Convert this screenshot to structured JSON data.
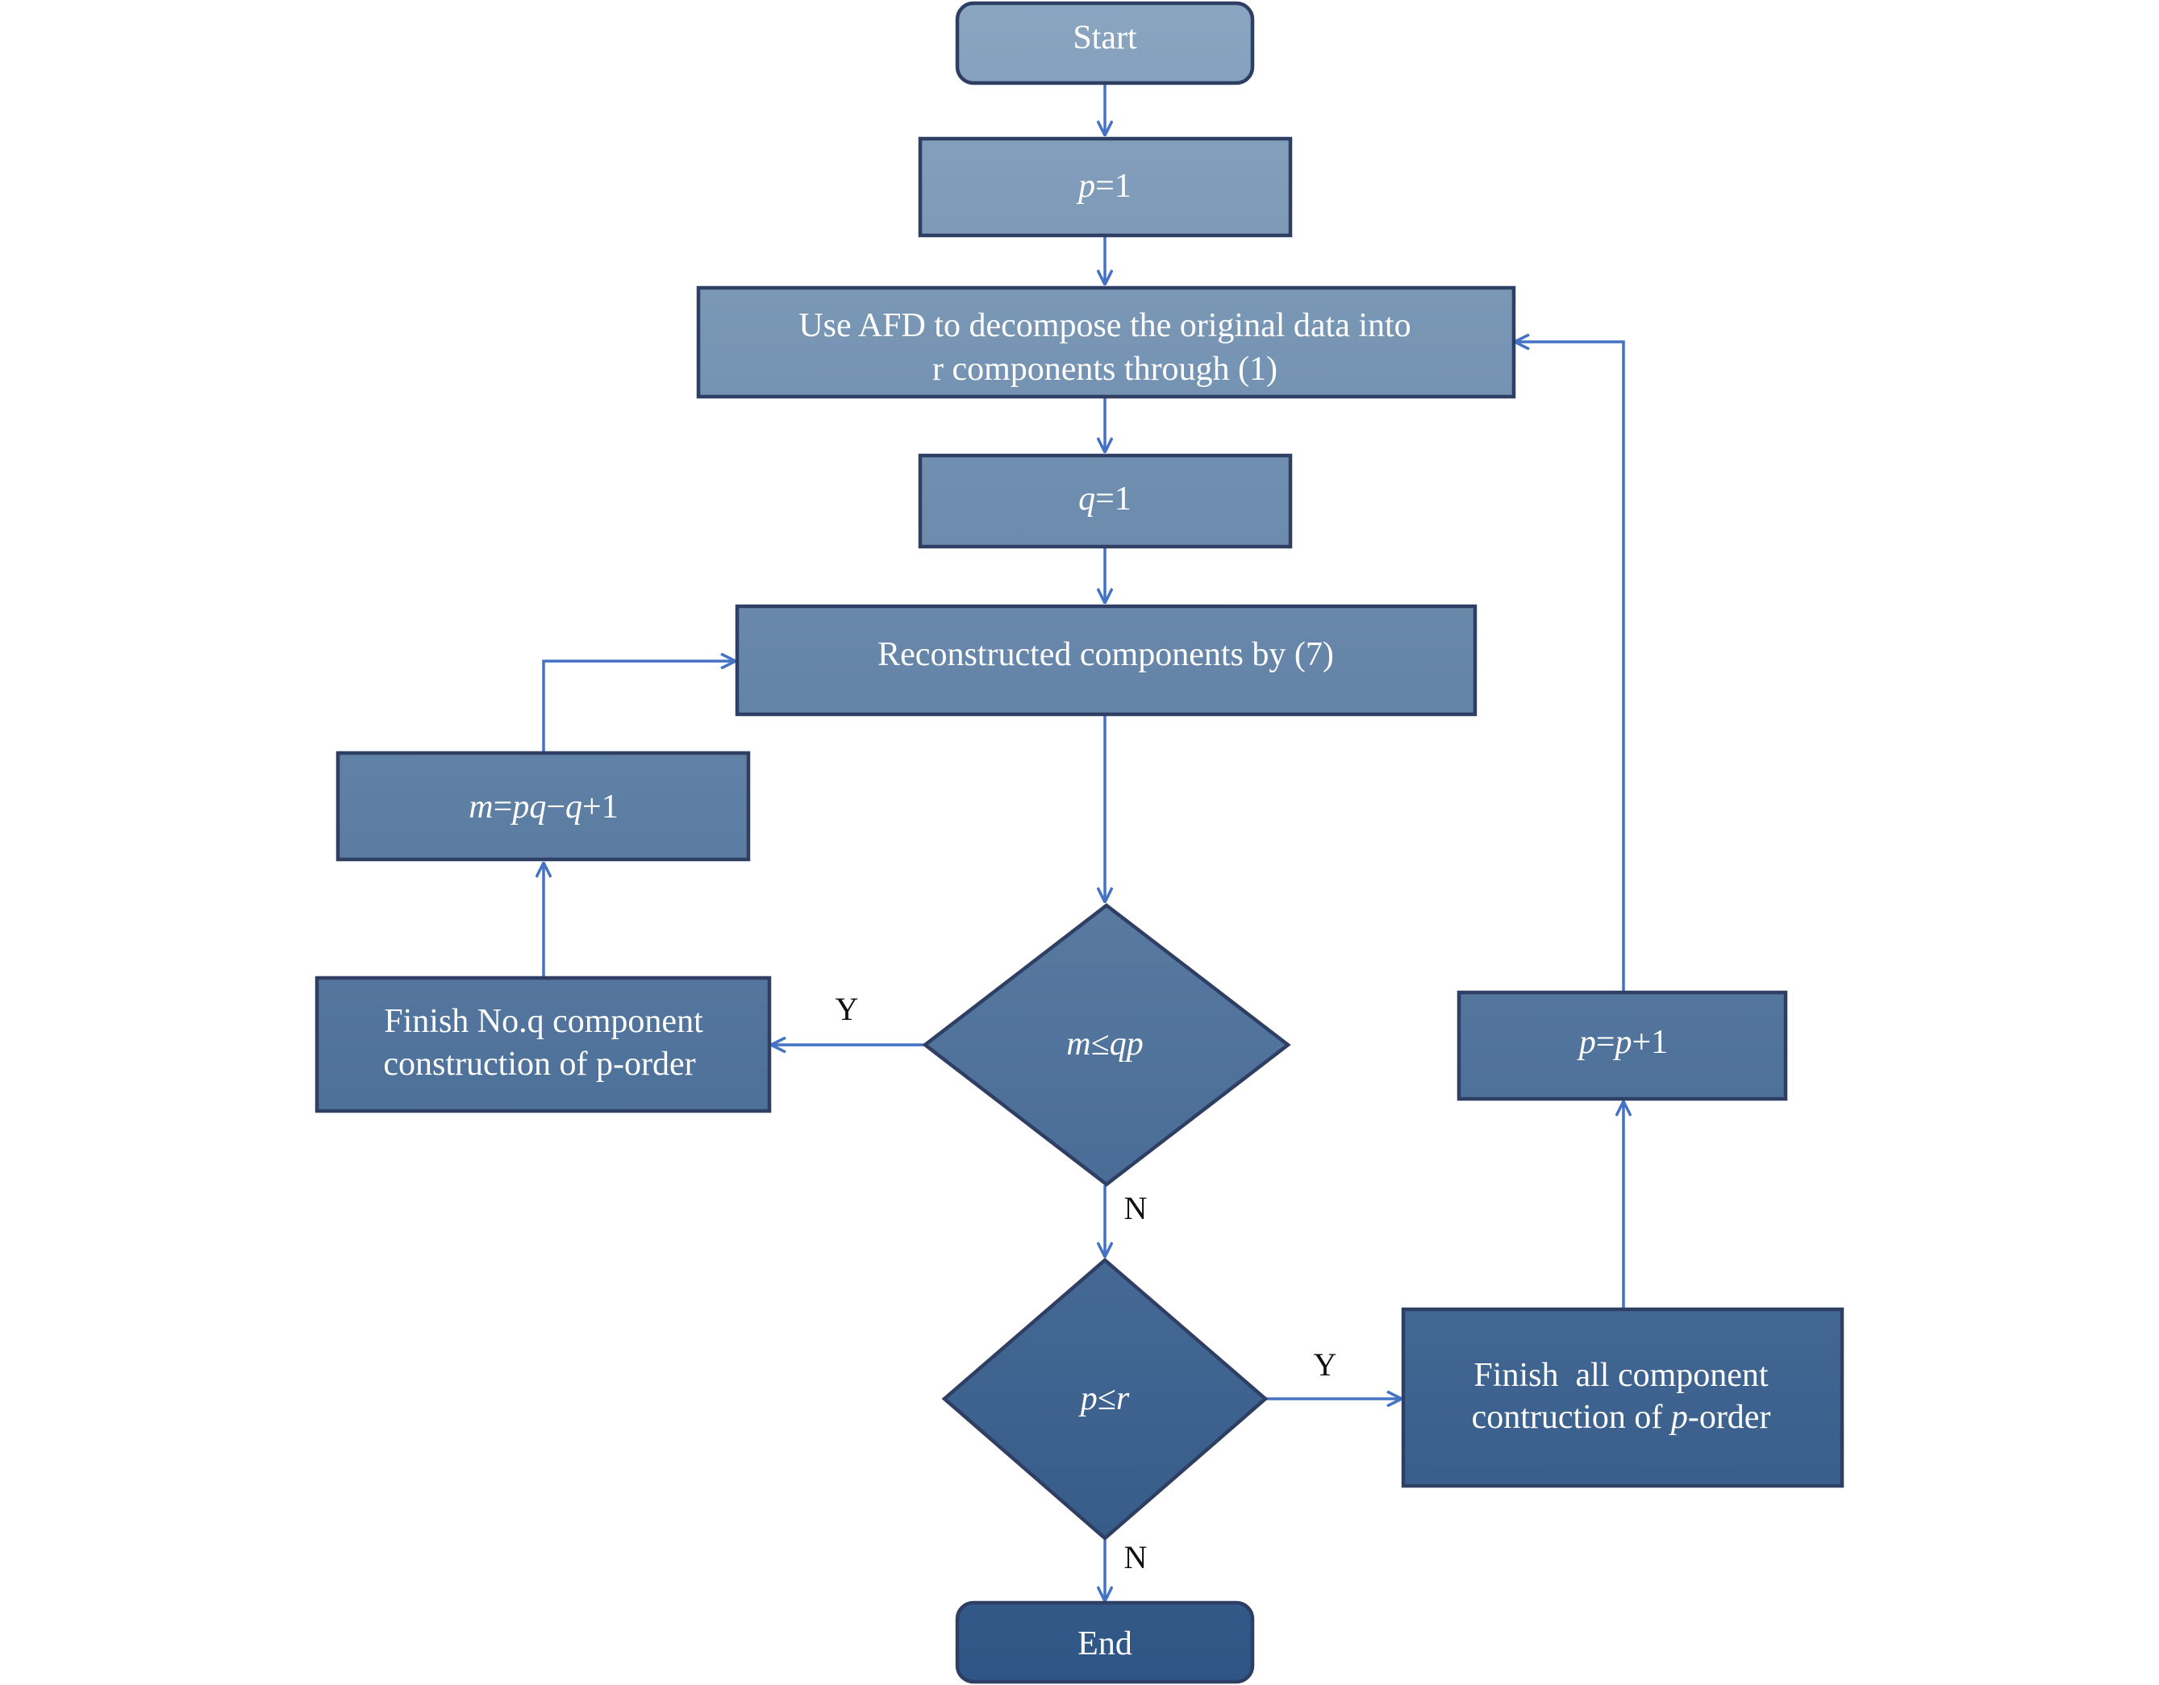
{
  "nodes": {
    "start": {
      "text": "Start"
    },
    "p_init": {
      "var": "p",
      "rest": "=1"
    },
    "decompose": {
      "line1": "Use AFD to decompose the original data into",
      "line2": "r components through (1)"
    },
    "q_init": {
      "var": "q",
      "rest": "=1"
    },
    "reconstruct": {
      "text": "Reconstructed components by (7)"
    },
    "m_update": {
      "m": "m",
      "eq1": "=",
      "pq": "pq",
      "minus": "−",
      "q": "q",
      "plus1": "+1"
    },
    "finish_q": {
      "line1": "Finish No.q component",
      "line2": "construction of p-order"
    },
    "cond_m": {
      "m": "m",
      "le": "≤",
      "qp": "qp"
    },
    "cond_p": {
      "p": "p",
      "le": "≤",
      "r": "r"
    },
    "p_increment": {
      "p1": "p",
      "eq": "=",
      "p2": "p",
      "rest": "+1"
    },
    "finish_all": {
      "line1": "Finish  all component",
      "line2a": "contruction of ",
      "line2b": "p",
      "line2c": "-order"
    },
    "end": {
      "text": "End"
    }
  },
  "edge_labels": {
    "m_yes": "Y",
    "m_no": "N",
    "p_yes": "Y",
    "p_no": "N"
  },
  "colors": {
    "node_top": "#8aa5c0",
    "node_bottom": "#2e5585",
    "border": "#2f3f63",
    "connector": "#4472c4",
    "text": "#ffffff"
  }
}
